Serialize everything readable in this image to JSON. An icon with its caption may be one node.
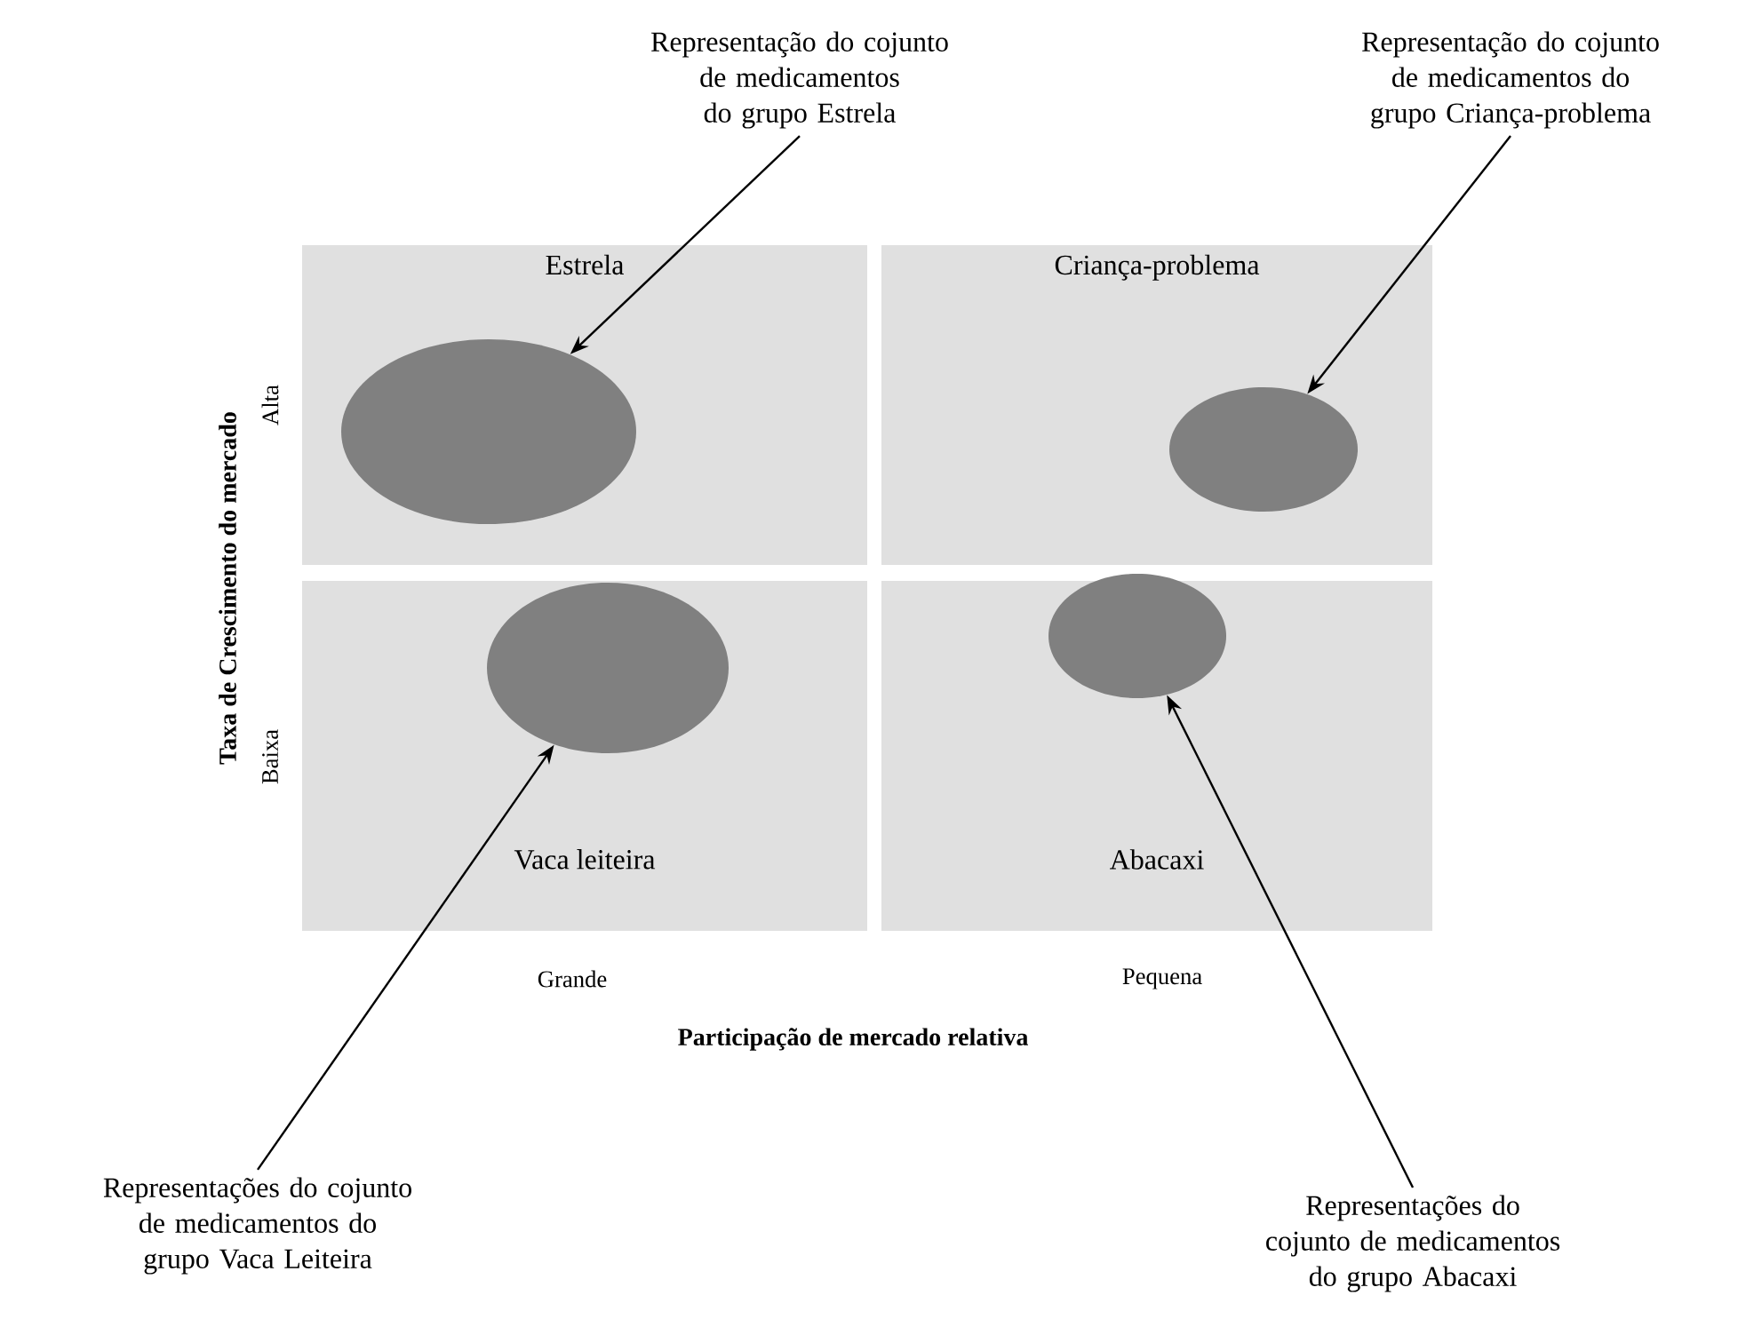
{
  "diagram": {
    "nodes": [
      {
        "text": [
          "Estrela"
        ]
      },
      {
        "text": [
          "Criança-problema"
        ]
      },
      {
        "text": [
          "Vaca leiteira"
        ]
      },
      {
        "text": [
          "Abacaxi"
        ]
      },
      {
        "text": [],
        "shape": "ellipse",
        "in": 0
      },
      {
        "text": [],
        "shape": "ellipse",
        "in": 1
      },
      {
        "text": [],
        "shape": "ellipse",
        "in": 2
      },
      {
        "text": [],
        "shape": "ellipse",
        "in": 3
      },
      {
        "text": [
          "Representação do cojunto de medicamentos do grupo Estrela"
        ]
      },
      {
        "text": [
          "Representação do cojunto de medicamentos do grupo Criança-problema"
        ]
      },
      {
        "text": [
          "Representações do cojunto de medicamentos do grupo Vaca Leiteira"
        ]
      },
      {
        "text": [
          "Representações do cojunto de medicamentos do grupo Abacaxi"
        ]
      }
    ],
    "edges": [
      {
        "from": 8,
        "to": 4,
        "arrow": "to"
      },
      {
        "from": 9,
        "to": 5,
        "arrow": "to"
      },
      {
        "from": 10,
        "to": 6,
        "arrow": "to"
      },
      {
        "from": 11,
        "to": 7,
        "arrow": "to"
      }
    ],
    "labels": [
      "Taxa de Crescimento do mercado",
      "Alta",
      "Baixa",
      "Grande",
      "Pequena",
      "Participação de mercado relativa"
    ]
  }
}
